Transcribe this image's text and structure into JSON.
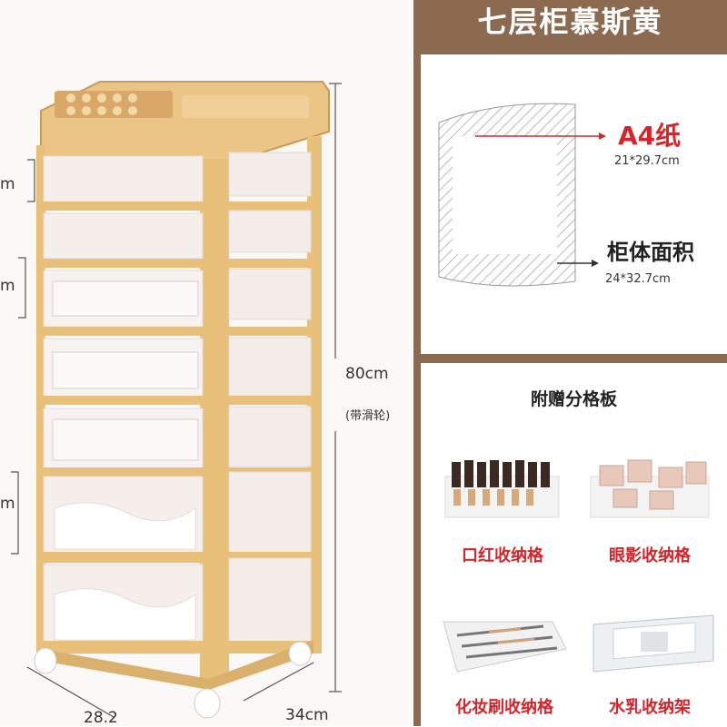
{
  "header": {
    "title": "七层柜慕斯黄"
  },
  "dimensions": {
    "height": "80cm",
    "height_note": "(带滑轮)",
    "depth": "34cm",
    "width": "28.2",
    "left_marks": [
      "m",
      "m",
      "m"
    ]
  },
  "paper_compare": {
    "a4_label": "A4纸",
    "a4_size": "21*29.7cm",
    "cabinet_label": "柜体面积",
    "cabinet_size": "24*32.7cm"
  },
  "accessories": {
    "title": "附赠分格板",
    "items": [
      {
        "label": "口红收纳格"
      },
      {
        "label": "眼影收纳格"
      },
      {
        "label": "化妆刷收纳格"
      },
      {
        "label": "水乳收纳架"
      }
    ]
  },
  "colors": {
    "frame": "#e8c07a",
    "header_bg": "#8c6a50",
    "accent_red": "#d8232a"
  }
}
